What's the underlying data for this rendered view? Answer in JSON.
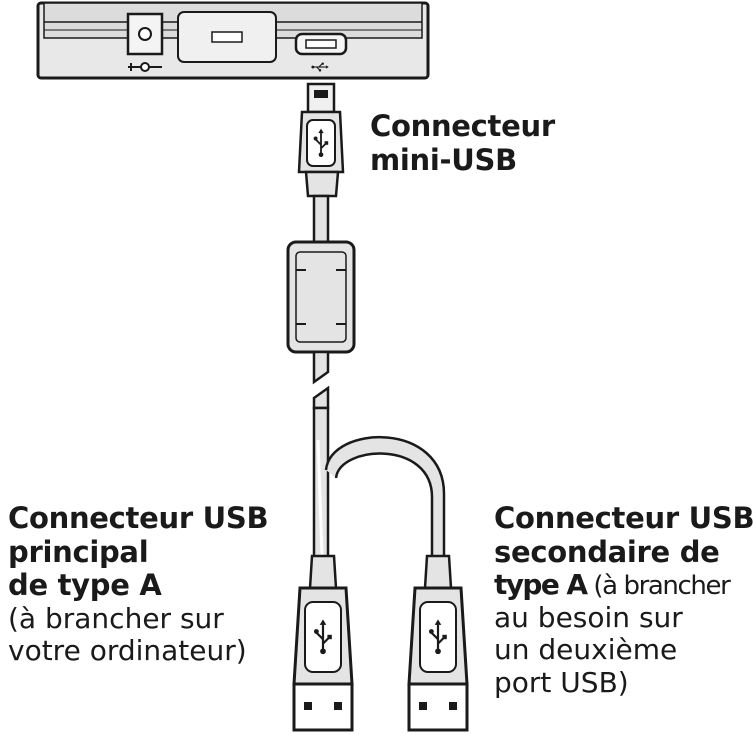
{
  "labels": {
    "mini_usb": {
      "line1": "Connecteur",
      "line2": "mini-USB"
    },
    "primary": {
      "line1": "Connecteur USB",
      "line2": "principal",
      "line3": "de type A",
      "line4": "(à brancher sur",
      "line5": "votre ordinateur)"
    },
    "secondary": {
      "line1": "Connecteur USB",
      "line2": "secondaire de",
      "line3_bold": "type A",
      "line3_regular": " (à brancher",
      "line4": "au besoin sur",
      "line5": "un deuxième",
      "line6": "port USB)"
    }
  },
  "icons": {
    "power": "power-dc-symbol-icon",
    "usb": "usb-trident-icon"
  },
  "colors": {
    "stroke": "#1a1a1a",
    "device_fill": "#e8e8e8",
    "cable_fill": "#e4e4e4",
    "background": "#ffffff"
  }
}
